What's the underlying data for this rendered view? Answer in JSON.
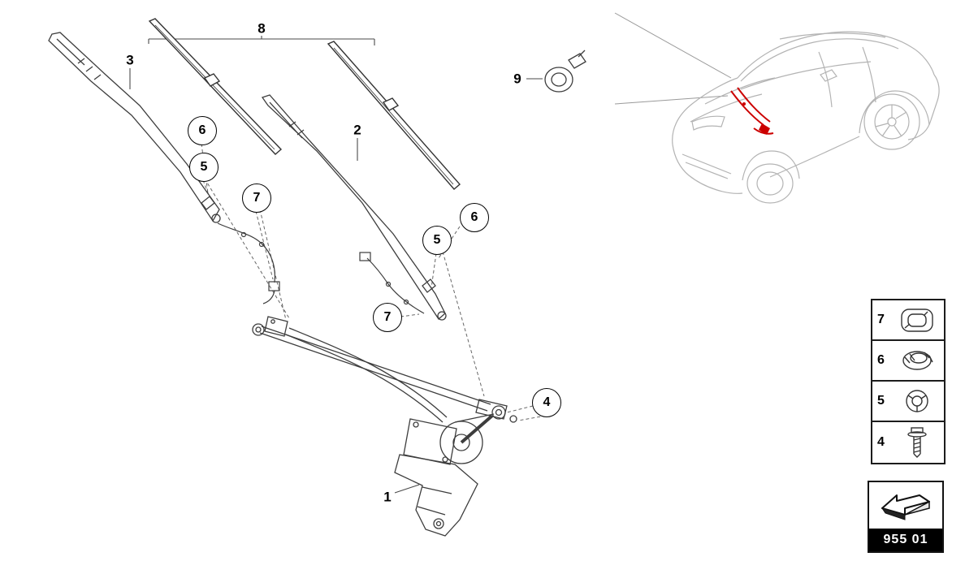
{
  "page": {
    "kind": "parts-catalog-diagram",
    "part_group_code": "955 01",
    "colors": {
      "artwork_line": "#4a4a4a",
      "car_line": "#b3b3b3",
      "wiper_highlight": "#cc0000",
      "footer_bg": "#000000",
      "footer_text": "#ffffff"
    }
  },
  "callouts": [
    {
      "label": "8",
      "style": "plain"
    },
    {
      "label": "3",
      "style": "plain"
    },
    {
      "label": "2",
      "style": "plain"
    },
    {
      "label": "9",
      "style": "plain"
    },
    {
      "label": "1",
      "style": "plain"
    },
    {
      "label": "6",
      "style": "circled"
    },
    {
      "label": "5",
      "style": "circled"
    },
    {
      "label": "7",
      "style": "circled"
    },
    {
      "label": "6",
      "style": "circled"
    },
    {
      "label": "5",
      "style": "circled"
    },
    {
      "label": "7",
      "style": "circled"
    },
    {
      "label": "4",
      "style": "circled"
    }
  ],
  "legend": {
    "items": [
      {
        "number": "7",
        "icon": "grommet-icon"
      },
      {
        "number": "6",
        "icon": "cap-icon"
      },
      {
        "number": "5",
        "icon": "nut-icon"
      },
      {
        "number": "4",
        "icon": "bolt-icon"
      }
    ]
  },
  "footer": {
    "code": "955 01",
    "icon": "direction-arrow-icon"
  }
}
